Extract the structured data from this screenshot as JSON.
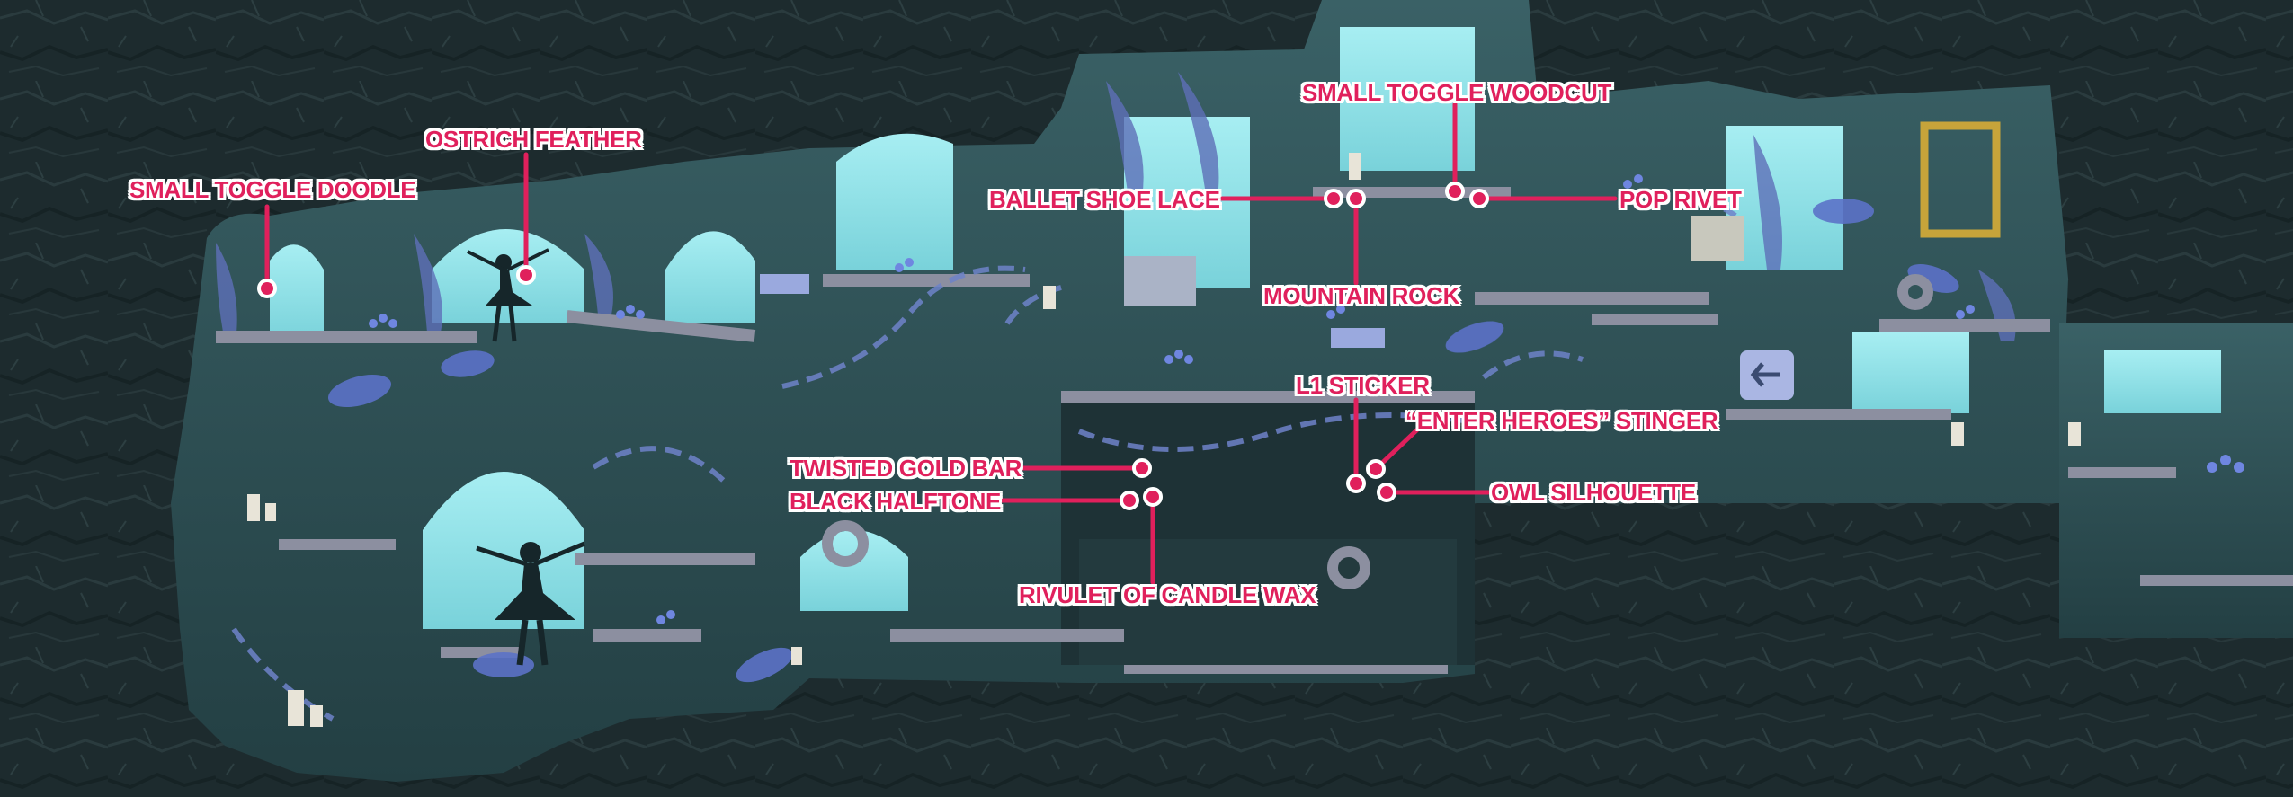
{
  "colors": {
    "accent": "#e0205c",
    "label_outline": "#ffffff",
    "cave_rock": "#1d2b2e",
    "sky": "#8fe3e8",
    "level_wall": "#2e4f53",
    "platform": "#8c8fa0",
    "collectible": "#5d6fd8"
  },
  "icons": {
    "collectible_marker": "circle-marker-icon",
    "dancer": "ballerina-silhouette-icon",
    "candle": "candle-icon",
    "arrow_crate": "arrow-crate-icon"
  },
  "labels": [
    {
      "id": "small-toggle-doodle",
      "text": "SMALL TOGGLE DOODLE"
    },
    {
      "id": "ostrich-feather",
      "text": "OSTRICH FEATHER"
    },
    {
      "id": "small-toggle-woodcut",
      "text": "SMALL TOGGLE WOODCUT"
    },
    {
      "id": "ballet-shoe-lace",
      "text": "BALLET SHOE LACE"
    },
    {
      "id": "pop-rivet",
      "text": "POP RIVET"
    },
    {
      "id": "mountain-rock",
      "text": "MOUNTAIN ROCK"
    },
    {
      "id": "l1-sticker",
      "text": "L1 STICKER"
    },
    {
      "id": "enter-heroes-stinger",
      "text": "“ENTER HEROES” STINGER"
    },
    {
      "id": "twisted-gold-bar",
      "text": "TWISTED GOLD BAR"
    },
    {
      "id": "black-halftone",
      "text": "BLACK HALFTONE"
    },
    {
      "id": "owl-silhouette",
      "text": "OWL SILHOUETTE"
    },
    {
      "id": "rivulet-of-candle-wax",
      "text": "RIVULET OF CANDLE WAX"
    }
  ]
}
